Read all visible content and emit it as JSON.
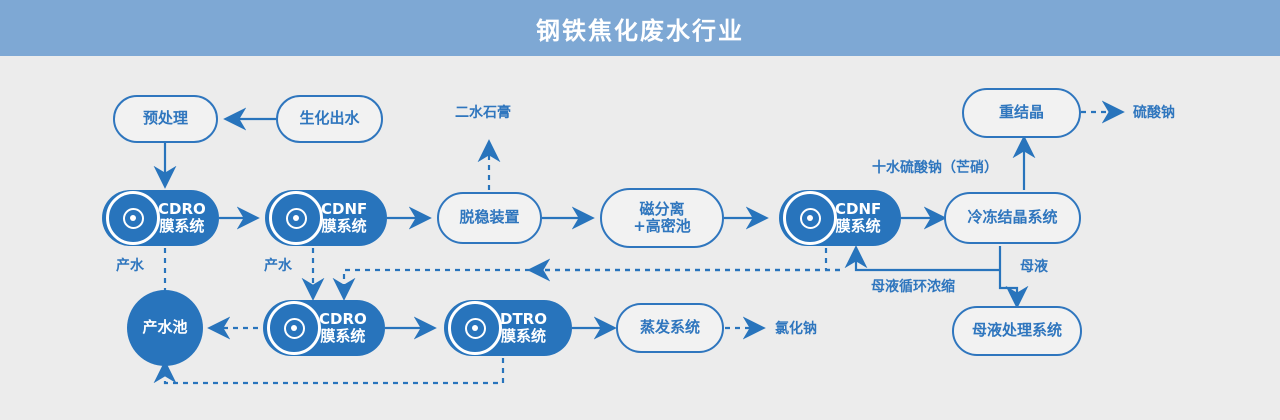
{
  "header": {
    "title": "钢铁焦化废水行业",
    "bar_color": "#7ea8d4",
    "text_color": "#ffffff"
  },
  "theme": {
    "background": "#ececec",
    "accent_blue": "#2874bc",
    "outline_blue": "#2f76be",
    "node_fill_light": "#f2f2f2"
  },
  "nodes": {
    "pretreatment": {
      "label": "预处理",
      "style": "pill-outline"
    },
    "bio_effluent": {
      "label": "生化出水",
      "style": "pill-outline"
    },
    "cdro_membrane_top": {
      "line1": "CDRO",
      "line2": "膜系统",
      "style": "pill-filled",
      "icon": "membrane-icon"
    },
    "cdnf_membrane_top": {
      "line1": "CDNF",
      "line2": "膜系统",
      "style": "pill-filled",
      "icon": "membrane-icon"
    },
    "destabilizer": {
      "label": "脱稳装置",
      "style": "pill-outline"
    },
    "magnetic_separation": {
      "line1": "磁分离",
      "line2": "+高密池",
      "style": "pill-outline"
    },
    "cdnf_membrane_right": {
      "line1": "CDNF",
      "line2": "膜系统",
      "style": "pill-filled",
      "icon": "membrane-icon"
    },
    "freeze_crystal": {
      "label": "冷冻结晶系统",
      "style": "pill-outline"
    },
    "recrystallization": {
      "label": "重结晶",
      "style": "pill-outline"
    },
    "mother_liquor_sys": {
      "label": "母液处理系统",
      "style": "pill-outline"
    },
    "product_water_pool": {
      "label": "产水池",
      "style": "circle-filled"
    },
    "cdro_membrane_bot": {
      "line1": "CDRO",
      "line2": "膜系统",
      "style": "pill-filled",
      "icon": "membrane-icon"
    },
    "dtro_membrane_bot": {
      "line1": "DTRO",
      "line2": "膜系统",
      "style": "pill-filled",
      "icon": "membrane-icon"
    },
    "evaporation": {
      "label": "蒸发系统",
      "style": "pill-outline"
    }
  },
  "labels": {
    "gypsum": "二水石膏",
    "sodium_sulfate": "硫酸钠",
    "sodium_sulfate_decahydrate": "十水硫酸钠（芒硝）",
    "mother_liquor": "母液",
    "mother_liquor_recycle": "母液循环浓缩",
    "sodium_chloride": "氯化钠",
    "product_water_1": "产水",
    "product_water_2": "产水"
  }
}
